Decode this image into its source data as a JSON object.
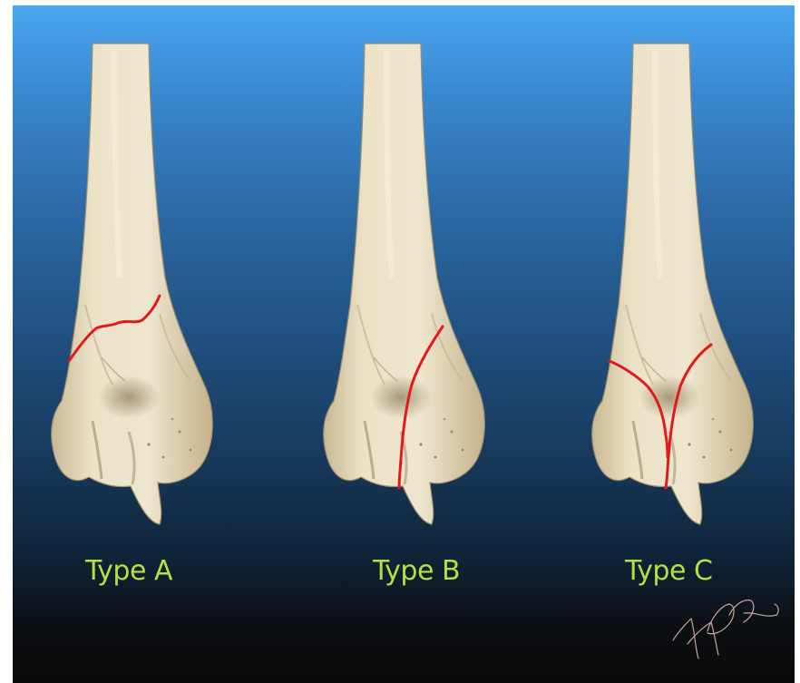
{
  "panels": [
    {
      "id": "a",
      "label": "Type A"
    },
    {
      "id": "b",
      "label": "Type B"
    },
    {
      "id": "c",
      "label": "Type C"
    }
  ],
  "colors": {
    "bone": "#e7dcc0",
    "bone_shadow": "#b9a988",
    "fracture_line": "#e11b1b",
    "label": "#b9df3f"
  }
}
